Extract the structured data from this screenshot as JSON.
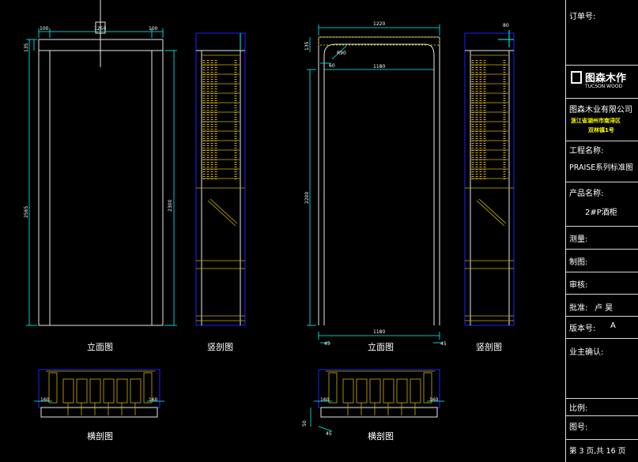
{
  "views": {
    "left_elevation_label": "立面图",
    "left_section_label": "竖剖图",
    "right_elevation_label": "立面图",
    "right_section_label": "竖剖图",
    "left_plan_label": "横剖图",
    "right_plan_label": "横剖图"
  },
  "dims": {
    "left_top_a": "100",
    "left_top_b": "1250",
    "left_top_c": "100",
    "left_h_small": "135",
    "left_height_outer": "2565",
    "left_height_inner": "2300",
    "right_top_width": "1220",
    "right_side_small": "135",
    "right_radius": "R90",
    "right_corner": "60",
    "right_inner_width": "1180",
    "right_height": "2200",
    "right_bottom_width": "1180",
    "right_bottom_left": "45",
    "right_bottom_right": "45",
    "section_top": "80",
    "plan_left_a": "160",
    "plan_left_b": "160",
    "plan_right_a": "160",
    "plan_right_b": "160",
    "plan_right_side": "50",
    "plan_right_bottom": "45"
  },
  "titleblock": {
    "order_no_label": "订单号:",
    "logo_text": "图森木作",
    "logo_sub": "TUCSON WOOD",
    "company": "图森木业有限公司",
    "address_line1": "浙江省湖州市南浔区",
    "address_line2": "双林镇1号",
    "project_label": "工程名称:",
    "project_value": "PRAISE系列标准图",
    "product_label": "产品名称:",
    "product_value": "2#P酒柜",
    "measure_label": "测量:",
    "draw_label": "制图:",
    "review_label": "审核:",
    "approve_label": "批准:",
    "approve_value": "卢 昊",
    "version_label": "版本号:",
    "version_value": "A",
    "owner_label": "业主确认:",
    "scale_label": "比例:",
    "drawing_no_label": "图号:",
    "page_info": "第 3 页,共 16 页"
  }
}
